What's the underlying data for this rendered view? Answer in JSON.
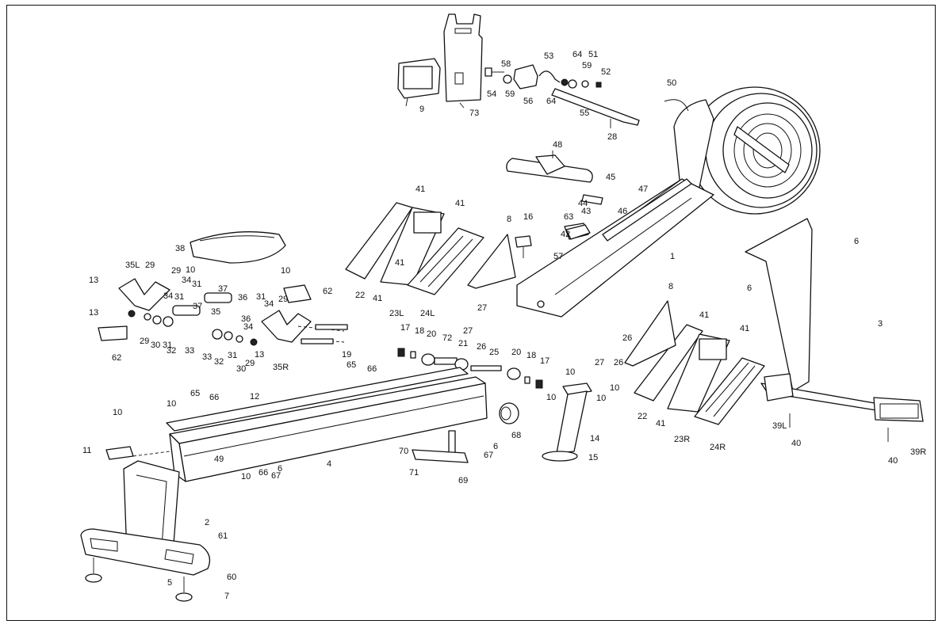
{
  "diagram": {
    "labels": [
      {
        "text": "9"
      },
      {
        "text": "73"
      },
      {
        "text": "58"
      },
      {
        "text": "53"
      },
      {
        "text": "64"
      },
      {
        "text": "51"
      },
      {
        "text": "59"
      },
      {
        "text": "52"
      },
      {
        "text": "54"
      },
      {
        "text": "59"
      },
      {
        "text": "56"
      },
      {
        "text": "64"
      },
      {
        "text": "55"
      },
      {
        "text": "28"
      },
      {
        "text": "50"
      },
      {
        "text": "48"
      },
      {
        "text": "45"
      },
      {
        "text": "41"
      },
      {
        "text": "41"
      },
      {
        "text": "47"
      },
      {
        "text": "44"
      },
      {
        "text": "43"
      },
      {
        "text": "63"
      },
      {
        "text": "46"
      },
      {
        "text": "8"
      },
      {
        "text": "16"
      },
      {
        "text": "42"
      },
      {
        "text": "57"
      },
      {
        "text": "1"
      },
      {
        "text": "6"
      },
      {
        "text": "3"
      },
      {
        "text": "6"
      },
      {
        "text": "22"
      },
      {
        "text": "41"
      },
      {
        "text": "41"
      },
      {
        "text": "23L"
      },
      {
        "text": "24L"
      },
      {
        "text": "27"
      },
      {
        "text": "38"
      },
      {
        "text": "10"
      },
      {
        "text": "10"
      },
      {
        "text": "35L"
      },
      {
        "text": "29"
      },
      {
        "text": "13"
      },
      {
        "text": "29"
      },
      {
        "text": "34"
      },
      {
        "text": "31"
      },
      {
        "text": "37"
      },
      {
        "text": "62"
      },
      {
        "text": "13"
      },
      {
        "text": "34"
      },
      {
        "text": "31"
      },
      {
        "text": "37"
      },
      {
        "text": "35"
      },
      {
        "text": "36"
      },
      {
        "text": "31"
      },
      {
        "text": "34"
      },
      {
        "text": "29"
      },
      {
        "text": "36"
      },
      {
        "text": "34"
      },
      {
        "text": "29"
      },
      {
        "text": "30"
      },
      {
        "text": "31"
      },
      {
        "text": "32"
      },
      {
        "text": "33"
      },
      {
        "text": "33"
      },
      {
        "text": "32"
      },
      {
        "text": "31"
      },
      {
        "text": "30"
      },
      {
        "text": "29"
      },
      {
        "text": "13"
      },
      {
        "text": "35R"
      },
      {
        "text": "62"
      },
      {
        "text": "19"
      },
      {
        "text": "17"
      },
      {
        "text": "18"
      },
      {
        "text": "20"
      },
      {
        "text": "72"
      },
      {
        "text": "21"
      },
      {
        "text": "27"
      },
      {
        "text": "26"
      },
      {
        "text": "25"
      },
      {
        "text": "20"
      },
      {
        "text": "18"
      },
      {
        "text": "17"
      },
      {
        "text": "8"
      },
      {
        "text": "41"
      },
      {
        "text": "41"
      },
      {
        "text": "26"
      },
      {
        "text": "27"
      },
      {
        "text": "26"
      },
      {
        "text": "65"
      },
      {
        "text": "66"
      },
      {
        "text": "10"
      },
      {
        "text": "10"
      },
      {
        "text": "10"
      },
      {
        "text": "10"
      },
      {
        "text": "22"
      },
      {
        "text": "41"
      },
      {
        "text": "23R"
      },
      {
        "text": "24R"
      },
      {
        "text": "39L"
      },
      {
        "text": "40"
      },
      {
        "text": "40"
      },
      {
        "text": "39R"
      },
      {
        "text": "65"
      },
      {
        "text": "66"
      },
      {
        "text": "12"
      },
      {
        "text": "10"
      },
      {
        "text": "68"
      },
      {
        "text": "10"
      },
      {
        "text": "11"
      },
      {
        "text": "49"
      },
      {
        "text": "4"
      },
      {
        "text": "66"
      },
      {
        "text": "67"
      },
      {
        "text": "6"
      },
      {
        "text": "10"
      },
      {
        "text": "6"
      },
      {
        "text": "67"
      },
      {
        "text": "14"
      },
      {
        "text": "15"
      },
      {
        "text": "70"
      },
      {
        "text": "71"
      },
      {
        "text": "69"
      },
      {
        "text": "2"
      },
      {
        "text": "61"
      },
      {
        "text": "60"
      },
      {
        "text": "5"
      },
      {
        "text": "7"
      }
    ]
  }
}
